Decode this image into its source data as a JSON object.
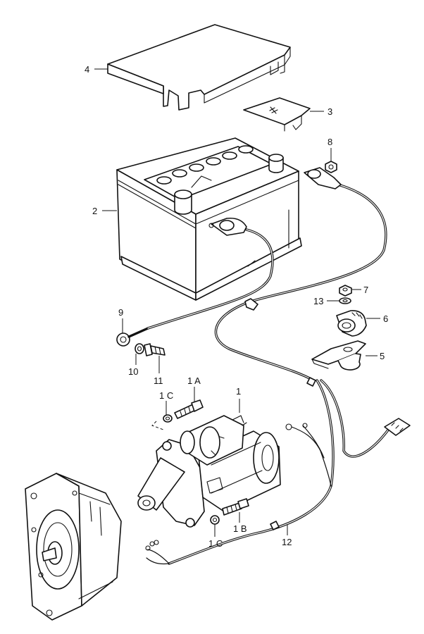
{
  "callouts": {
    "c1": "1",
    "c1A": "1 A",
    "c1B": "1 B",
    "c1C_top": "1 C",
    "c1C_bottom": "1 C",
    "c2": "2",
    "c3": "3",
    "c4": "4",
    "c5": "5",
    "c6": "6",
    "c7": "7",
    "c8": "8",
    "c9": "9",
    "c10": "10",
    "c11": "11",
    "c12": "12",
    "c13": "13"
  },
  "icons": {
    "battery": "battery-icon",
    "battery_cover": "battery-cover-icon",
    "starter": "starter-motor-icon",
    "alternator": "alternator-icon",
    "harness": "wiring-harness-icon"
  },
  "colors": {
    "line": "#111111",
    "paper": "#ffffff"
  }
}
